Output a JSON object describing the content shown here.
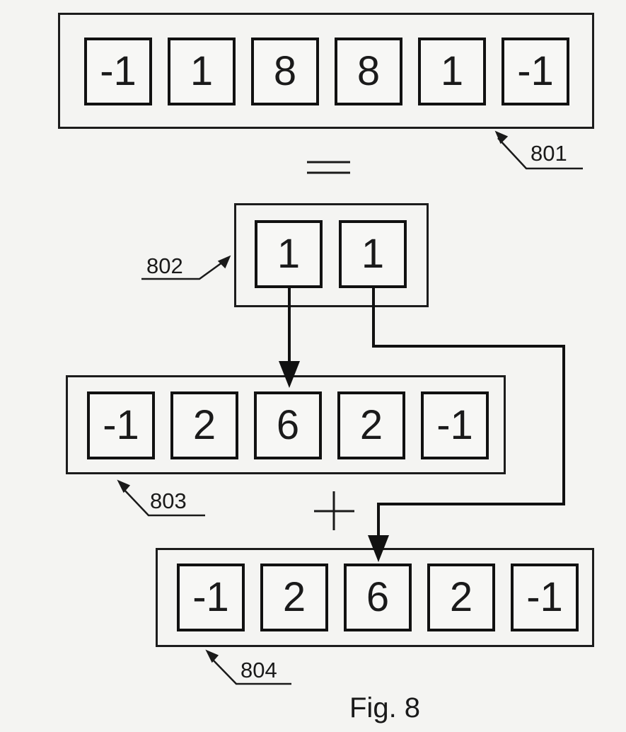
{
  "rows": {
    "r801": [
      "-1",
      "1",
      "8",
      "8",
      "1",
      "-1"
    ],
    "r802": [
      "1",
      "1"
    ],
    "r803": [
      "-1",
      "2",
      "6",
      "2",
      "-1"
    ],
    "r804": [
      "-1",
      "2",
      "6",
      "2",
      "-1"
    ]
  },
  "labels": {
    "l801": "801",
    "l802": "802",
    "l803": "803",
    "l804": "804"
  },
  "caption": "Fig. 8",
  "colors": {
    "ink": "#111111",
    "paper": "#f4f4f2"
  }
}
